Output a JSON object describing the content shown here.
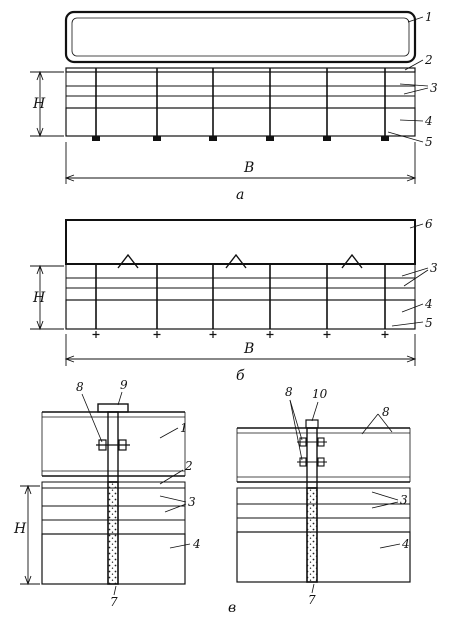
{
  "figure": {
    "dimension_height": "H",
    "dimension_width": "B",
    "subfig_a": "а",
    "subfig_b": "б",
    "subfig_c": "в",
    "callouts_a": [
      "1",
      "2",
      "3",
      "4",
      "5"
    ],
    "callouts_b": [
      "6",
      "3",
      "4",
      "5"
    ],
    "callouts_c_left": [
      "8",
      "9",
      "1",
      "2",
      "3",
      "4",
      "7"
    ],
    "callouts_c_right": [
      "8",
      "10",
      "8",
      "3",
      "4",
      "7"
    ]
  }
}
